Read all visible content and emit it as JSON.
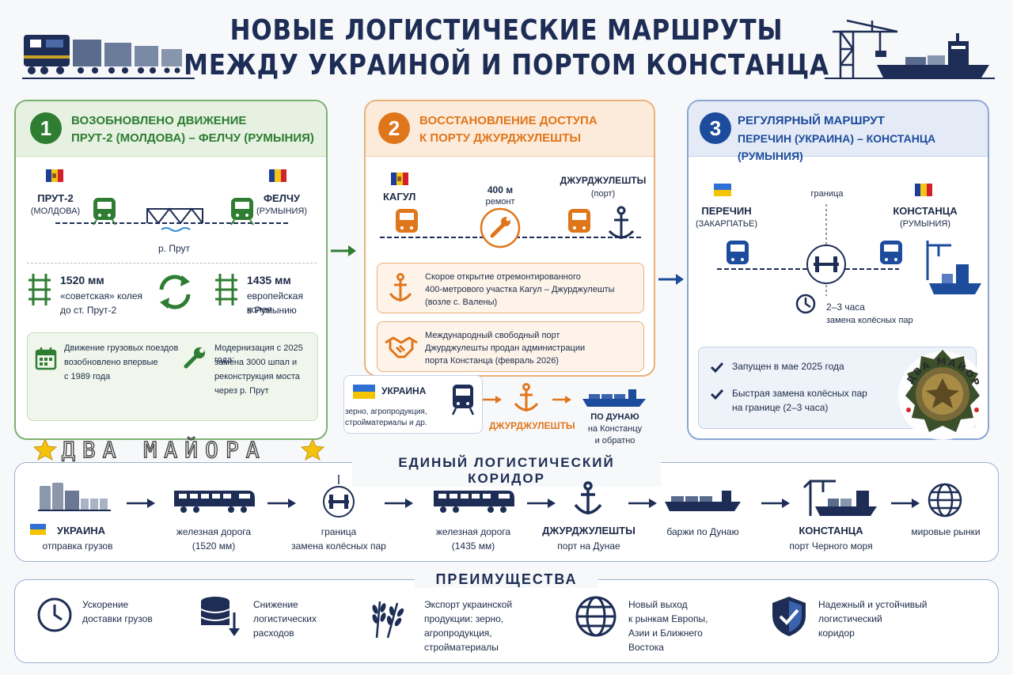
{
  "title": {
    "line1": "НОВЫЕ ЛОГИСТИЧЕСКИЕ МАРШРУТЫ",
    "line2": "МЕЖДУ УКРАИНОЙ И ПОРТОМ КОНСТАНЦА"
  },
  "colors": {
    "green": "#2e7d32",
    "orange": "#e0761b",
    "blue": "#1d4c9c",
    "navy": "#1d2d55"
  },
  "panel1": {
    "number": "1",
    "heading_line1": "ВОЗОБНОВЛЕНО ДВИЖЕНИЕ",
    "heading_line2": "ПРУТ-2 (МОЛДОВА) – ФЕЛЧУ (РУМЫНИЯ)",
    "left_station": "ПРУТ-2",
    "left_country": "(МОЛДОВА)",
    "right_station": "ФЕЛЧУ",
    "right_country": "(РУМЫНИЯ)",
    "river": "р. Прут",
    "gauge_left_value": "1520 мм",
    "gauge_left_desc1": "«советская» колея",
    "gauge_left_desc2": "до ст. Прут-2",
    "gauge_right_value": "1435 мм",
    "gauge_right_desc1": "европейская колея",
    "gauge_right_desc2": "в Румынию",
    "fact1_line1": "Движение грузовых поездов",
    "fact1_line2": "возобновлено впервые",
    "fact1_line3": "с 1989 года",
    "fact2_line1": "Модернизация с 2025 года:",
    "fact2_line2": "замена 3000 шпал и",
    "fact2_line3": "реконструкция моста",
    "fact2_line4": "через р. Прут"
  },
  "panel2": {
    "number": "2",
    "heading_line1": "ВОССТАНОВЛЕНИЕ ДОСТУПА",
    "heading_line2": "К ПОРТУ ДЖУРДЖУЛЕШТЫ",
    "left_station": "КАГУЛ",
    "repair_value": "400 м",
    "repair_label": "ремонт",
    "right_station": "ДЖУРДЖУЛЕШТЫ",
    "right_sub": "(порт)",
    "box1_line1": "Скорое открытие отремонтированного",
    "box1_line2": "400-метрового участка Кагул – Джурджулешты",
    "box1_line3": "(возле с. Валены)",
    "box2_line1": "Международный свободный порт",
    "box2_line2": "Джурджулешты продан администрации",
    "box2_line3": "порта Констанца (февраль 2026)",
    "flow_country": "УКРАИНА",
    "flow_goods1": "зерно, агропродукция,",
    "flow_goods2": "стройматериалы и др.",
    "flow_port": "ДЖУРДЖУЛЕШТЫ",
    "flow_dest1": "ПО ДУНАЮ",
    "flow_dest2": "на Констанцу",
    "flow_dest3": "и обратно"
  },
  "panel3": {
    "number": "3",
    "heading_line1": "РЕГУЛЯРНЫЙ МАРШРУТ",
    "heading_line2": "ПЕРЕЧИН (УКРАИНА) – КОНСТАНЦА (РУМЫНИЯ)",
    "left_station": "ПЕРЕЧИН",
    "left_region": "(ЗАКАРПАТЬЕ)",
    "border": "граница",
    "right_station": "КОНСТАНЦА",
    "right_country": "(РУМЫНИЯ)",
    "time_value": "2–3 часа",
    "time_desc": "замена колёсных пар",
    "check1": "Запущен в мае 2025 года",
    "check2_line1": "Быстрая замена колёсных пар",
    "check2_line2": "на границе (2–3 часа)"
  },
  "watermark": {
    "left_text": "ДВА МАЙОРА",
    "badge_text": "ДВА МАЙОРА"
  },
  "corridor": {
    "title": "ЕДИНЫЙ ЛОГИСТИЧЕСКИЙ КОРИДОР",
    "steps": [
      {
        "label": "УКРАИНА",
        "sub": "отправка грузов",
        "icon": "silo-icon"
      },
      {
        "label": "железная дорога",
        "sub": "(1520 мм)",
        "icon": "locomotive-icon"
      },
      {
        "label": "граница",
        "sub": "замена колёсных пар",
        "icon": "wheelset-icon"
      },
      {
        "label": "железная дорога",
        "sub": "(1435 мм)",
        "icon": "locomotive-icon"
      },
      {
        "label": "ДЖУРДЖУЛЕШТЫ",
        "sub": "порт на Дунае",
        "icon": "anchor-icon"
      },
      {
        "label": "баржи по Дунаю",
        "sub": "",
        "icon": "barge-icon"
      },
      {
        "label": "КОНСТАНЦА",
        "sub": "порт Черного моря",
        "icon": "port-icon"
      },
      {
        "label": "мировые рынки",
        "sub": "",
        "icon": "globe-icon"
      }
    ]
  },
  "advantages": {
    "title": "ПРЕИМУЩЕСТВА",
    "items": [
      {
        "line1": "Ускорение",
        "line2": "доставки грузов",
        "line3": "",
        "line4": "",
        "icon": "clock-icon"
      },
      {
        "line1": "Снижение",
        "line2": "логистических",
        "line3": "расходов",
        "line4": "",
        "icon": "coins-icon"
      },
      {
        "line1": "Экспорт украинской",
        "line2": "продукции: зерно,",
        "line3": "агропродукция,",
        "line4": "стройматериалы",
        "icon": "wheat-icon"
      },
      {
        "line1": "Новый выход",
        "line2": "к рынкам Европы,",
        "line3": "Азии и Ближнего",
        "line4": "Востока",
        "icon": "globe-icon"
      },
      {
        "line1": "Надежный и устойчивый",
        "line2": "логистический",
        "line3": "коридор",
        "line4": "",
        "icon": "shield-icon"
      }
    ]
  }
}
